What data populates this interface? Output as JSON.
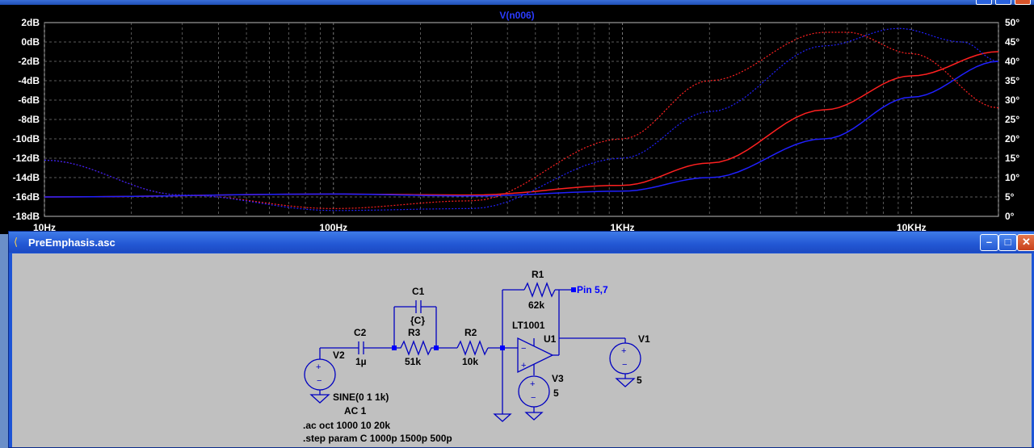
{
  "waveform": {
    "trace_label": "V(n006)",
    "left_ticks": [
      "2dB",
      "0dB",
      "-2dB",
      "-4dB",
      "-6dB",
      "-8dB",
      "-10dB",
      "-12dB",
      "-14dB",
      "-16dB",
      "-18dB"
    ],
    "right_ticks": [
      "50°",
      "45°",
      "40°",
      "35°",
      "30°",
      "25°",
      "20°",
      "15°",
      "10°",
      "5°",
      "0°"
    ],
    "x_ticks": [
      "10Hz",
      "100Hz",
      "1KHz",
      "10KHz"
    ],
    "colors": {
      "background": "#000000",
      "grid": "#7a7a7a",
      "red": "#ff2020",
      "blue": "#2020ff",
      "magenta": "#c040c0",
      "label": "#2b3cff",
      "ticks": "#ffffff"
    }
  },
  "chart_data": {
    "type": "line",
    "title": "V(n006)",
    "x_scale": "log",
    "xlim": [
      10,
      20000
    ],
    "ylim_left": [
      -18,
      2
    ],
    "ylim_right": [
      0,
      50
    ],
    "grid": true,
    "series": [
      {
        "color": "#ff2020",
        "axis": "left",
        "style": "solid",
        "x": [
          10,
          100,
          300,
          1000,
          2000,
          5000,
          10000,
          20000
        ],
        "y": [
          -16,
          -15.7,
          -15.8,
          -14.8,
          -12.5,
          -7,
          -3.5,
          -1
        ]
      },
      {
        "color": "#2020ff",
        "axis": "left",
        "style": "solid",
        "x": [
          10,
          100,
          300,
          1000,
          2000,
          5000,
          10000,
          20000
        ],
        "y": [
          -16,
          -15.7,
          -15.9,
          -15.4,
          -14,
          -10,
          -5.7,
          -2
        ]
      },
      {
        "color": "#ff2020",
        "axis": "right",
        "style": "dotted",
        "x": [
          10,
          30,
          100,
          300,
          1000,
          2000,
          5000,
          6000,
          10000,
          20000
        ],
        "y": [
          14.5,
          5.5,
          2,
          4,
          20,
          35,
          47.5,
          47.5,
          42,
          28
        ]
      },
      {
        "color": "#2020ff",
        "axis": "right",
        "style": "dotted",
        "x": [
          10,
          30,
          100,
          300,
          1000,
          2000,
          5000,
          9000,
          15000,
          20000
        ],
        "y": [
          14.5,
          5.5,
          1.5,
          2,
          15,
          27,
          44,
          48.5,
          45,
          40
        ]
      }
    ]
  },
  "schematic": {
    "title": "PreEmphasis.asc",
    "labels": {
      "c1": "C1",
      "c1_val": "{C}",
      "r3": "R3",
      "r3_val": "51k",
      "c2": "C2",
      "c2_val": "1µ",
      "r2": "R2",
      "r2_val": "10k",
      "r1": "R1",
      "r1_val": "62k",
      "pin": "Pin 5,7",
      "opamp": "LT1001",
      "u1": "U1",
      "v1": "V1",
      "v1_val": "5",
      "v2": "V2",
      "v3": "V3",
      "v3_val": "5",
      "sine": "SINE(0 1 1k)",
      "ac": "AC 1",
      "cmd_ac": ".ac oct 1000 10 20k",
      "cmd_step": ".step param C 1000p 1500p 500p"
    },
    "colors": {
      "wire": "#0000c0",
      "text": "#000000",
      "net_label": "#0000ff",
      "node": "#0000ff"
    }
  }
}
